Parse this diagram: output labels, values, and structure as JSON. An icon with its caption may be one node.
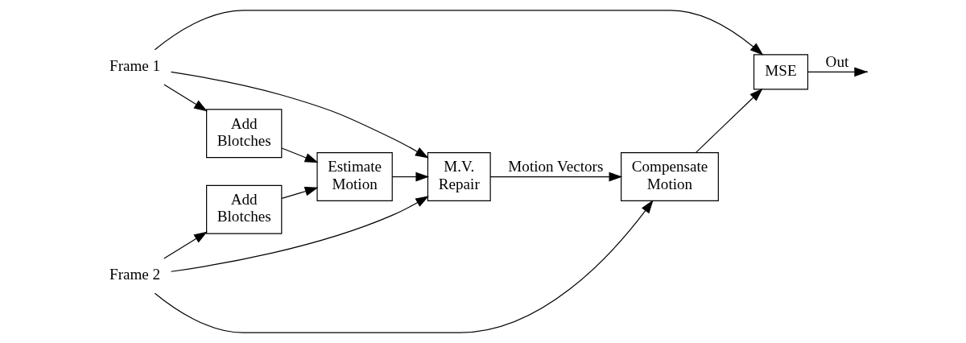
{
  "diagram": {
    "nodes": [
      {
        "text": [
          "Frame 1"
        ]
      },
      {
        "text": [
          "Add Blotches"
        ]
      },
      {
        "text": [
          "Add Blotches"
        ]
      },
      {
        "text": [
          "Estimate Motion"
        ]
      },
      {
        "text": [
          "M.V. Repair"
        ]
      },
      {
        "text": [
          "Compensate Motion"
        ]
      },
      {
        "text": [
          "MSE"
        ]
      },
      {
        "text": [
          "Frame 2"
        ]
      }
    ],
    "edges": [
      {
        "from": 0,
        "to": 1,
        "arrow": "to"
      },
      {
        "from": 0,
        "to": 4,
        "arrow": "to"
      },
      {
        "from": 0,
        "to": 6,
        "arrow": "to"
      },
      {
        "from": 1,
        "to": 3,
        "arrow": "to"
      },
      {
        "from": 2,
        "to": 3,
        "arrow": "to"
      },
      {
        "from": 3,
        "to": 4,
        "arrow": "to"
      },
      {
        "from": 4,
        "to": 5,
        "arrow": "to",
        "label": "Motion Vectors"
      },
      {
        "from": 7,
        "to": 2,
        "arrow": "to"
      },
      {
        "from": 7,
        "to": 4,
        "arrow": "to"
      },
      {
        "from": 7,
        "to": 5,
        "arrow": "to"
      },
      {
        "from": 5,
        "to": 6,
        "arrow": "to"
      },
      {
        "from": 6,
        "to": null,
        "arrow": "to",
        "label": "Out"
      }
    ]
  }
}
